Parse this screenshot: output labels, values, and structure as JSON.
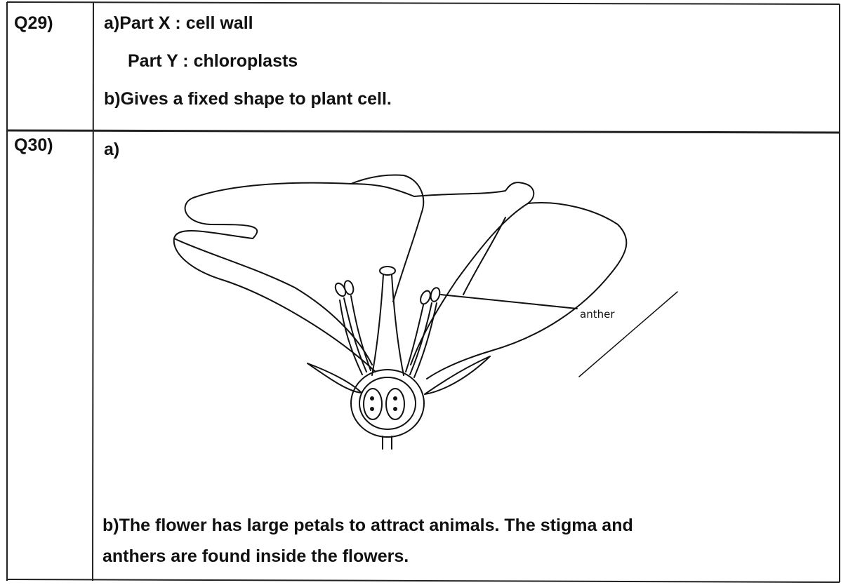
{
  "rows": [
    {
      "qnum": "Q29)",
      "lines": [
        "a)Part X : cell wall",
        "Part Y : chloroplasts",
        "b)Gives a fixed shape to plant cell."
      ]
    },
    {
      "qnum": "Q30)",
      "part_a_label": "a)",
      "figure": {
        "label_anther": "anther"
      },
      "part_b": [
        "b)The flower has large petals to attract animals. The stigma and",
        "anthers are found inside the flowers."
      ]
    }
  ],
  "colors": {
    "ink": "#111111",
    "rule": "#222222",
    "paper": "#ffffff"
  }
}
